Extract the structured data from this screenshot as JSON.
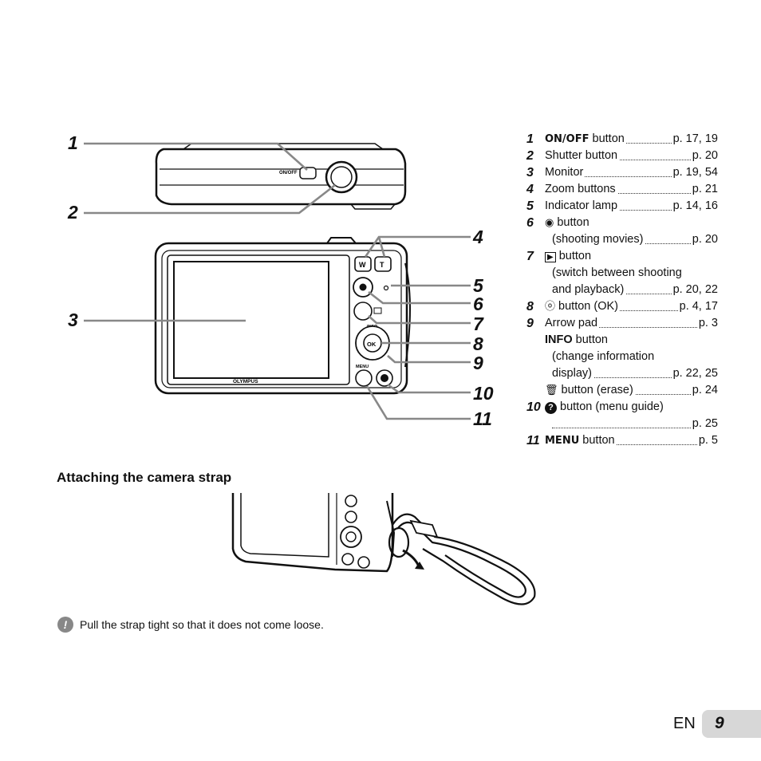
{
  "callouts": [
    "1",
    "2",
    "3",
    "4",
    "5",
    "6",
    "7",
    "8",
    "9",
    "10",
    "11"
  ],
  "camera_labels": {
    "on_off": "ON/OFF",
    "w": "W",
    "t": "T",
    "info": "INFO",
    "ok": "OK",
    "menu": "MENU",
    "brand": "OLYMPUS"
  },
  "parts": [
    {
      "num": "1",
      "marker": "ON/OFF",
      "text": " button",
      "page": "p. 17, 19"
    },
    {
      "num": "2",
      "text": "Shutter button",
      "page": "p. 20"
    },
    {
      "num": "3",
      "text": "Monitor",
      "page": "p. 19, 54"
    },
    {
      "num": "4",
      "text": "Zoom buttons",
      "page": "p. 21"
    },
    {
      "num": "5",
      "text": "Indicator lamp",
      "page": "p. 14, 16"
    },
    {
      "num": "6",
      "icon": "◉",
      "text": " button"
    },
    {
      "text": "(shooting movies)",
      "page": "p. 20"
    },
    {
      "num": "7",
      "icon": "▶",
      "text": " button"
    },
    {
      "text": "(switch between shooting"
    },
    {
      "text": "and playback)",
      "page": "p. 20, 22"
    },
    {
      "num": "8",
      "icon": "ⓞ",
      "text": " button (OK)",
      "page": "p. 4, 17"
    },
    {
      "num": "9",
      "text": "Arrow pad",
      "page": "p. 3"
    },
    {
      "bold": "INFO",
      "text": " button"
    },
    {
      "text": "(change information"
    },
    {
      "text": "display)",
      "page": "p. 22, 25"
    },
    {
      "icon": "🗑",
      "text": " button (erase)",
      "page": "p. 24"
    },
    {
      "num": "10",
      "icon": "?",
      "text": " button (menu guide)"
    },
    {
      "text": "",
      "page": "p. 25"
    },
    {
      "num": "11",
      "marker": "MENU",
      "text": " button",
      "page": "p. 5"
    }
  ],
  "heading": "Attaching the camera strap",
  "note": "Pull the strap tight so that it does not come loose.",
  "footer": {
    "lang": "EN",
    "page": "9"
  }
}
